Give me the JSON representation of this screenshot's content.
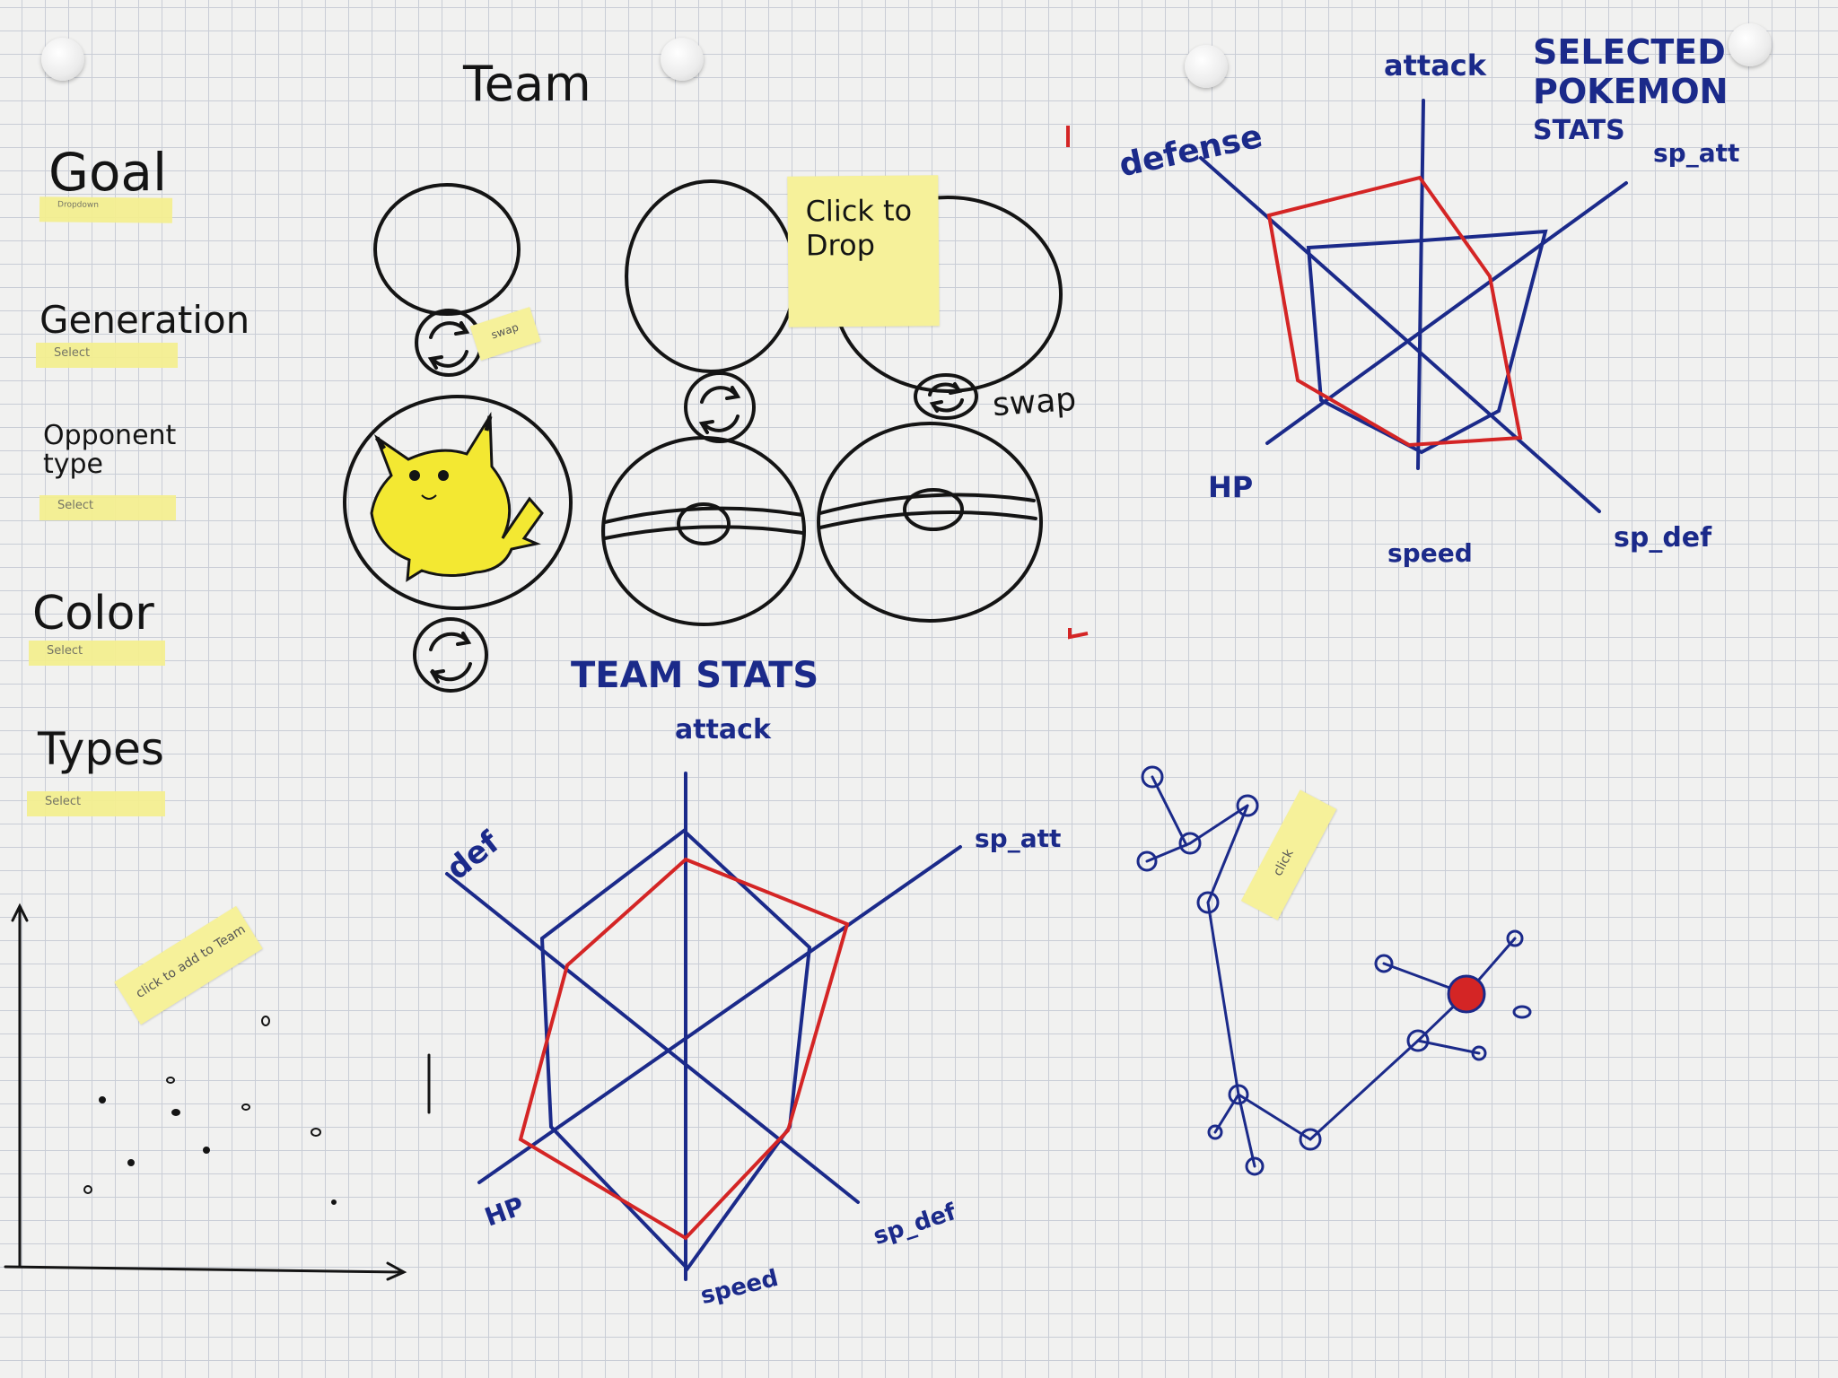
{
  "header": {
    "team_title": "Team"
  },
  "sidebar": {
    "filters": [
      {
        "label": "Goal",
        "value": "Dropdown"
      },
      {
        "label": "Generation",
        "value": "Select"
      },
      {
        "label": "Opponent type",
        "value": "Select"
      },
      {
        "label": "Color",
        "value": "Select"
      },
      {
        "label": "Types",
        "value": "Select"
      }
    ]
  },
  "team": {
    "drop_note": "Click to Drop",
    "swap_note": "swap",
    "swap_label": "swap",
    "selected_pokemon_icon": "pikachu-drawing",
    "empty_slot_icon": "pokeball-icon"
  },
  "selected_stats": {
    "title_line1": "SELECTED",
    "title_line2": "POKEMON",
    "title_line3": "STATS",
    "axes": [
      "attack",
      "sp_att",
      "sp_def",
      "speed",
      "HP",
      "defense"
    ]
  },
  "team_stats": {
    "title": "TEAM STATS",
    "axes": [
      "attack",
      "sp_att",
      "sp_def",
      "speed",
      "HP",
      "def"
    ]
  },
  "scatter": {
    "note": "click to add to Team"
  },
  "network": {
    "note": "click"
  },
  "colors": {
    "ink_black": "#141414",
    "ink_blue": "#1b2a8a",
    "ink_red": "#d42525",
    "sticky_yellow": "#f6f19a",
    "pikachu_yellow": "#f3e832"
  }
}
